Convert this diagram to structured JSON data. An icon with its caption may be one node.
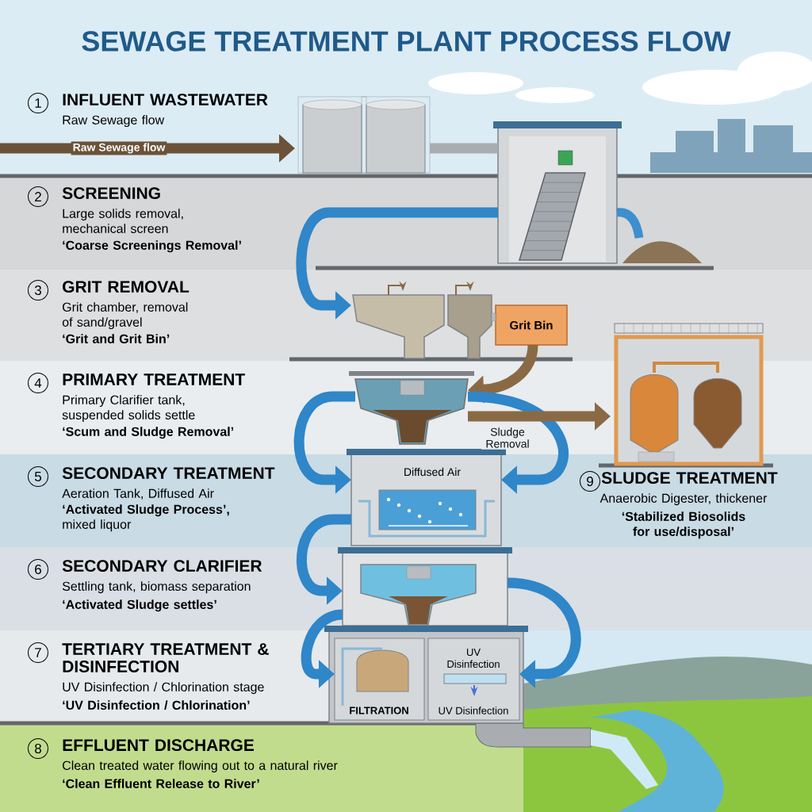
{
  "diagram": {
    "title": "SEWAGE TREATMENT PLANT PROCESS FLOW",
    "nodes": [
      {
        "text": [],
        "shape": "cylinder"
      },
      {
        "text": [],
        "shape": "picture"
      },
      {
        "text": [],
        "shape": "picture"
      },
      {
        "text": [
          "Grit Bin"
        ]
      },
      {
        "text": [],
        "shape": "picture"
      },
      {
        "text": [
          "Diffused Air"
        ]
      },
      {
        "text": [],
        "shape": "picture"
      },
      {
        "text": [],
        "shape": "box"
      },
      {
        "text": [
          "FILTRATION"
        ],
        "in": 7
      },
      {
        "text": [
          "UV Disinfection",
          "UV Disinfection"
        ],
        "in": 7
      },
      {
        "text": [],
        "shape": "picture"
      }
    ],
    "edges": [
      {
        "from": null,
        "to": 0,
        "arrow": "to",
        "label": "Raw Sewage flow",
        "color": "#6b5238"
      },
      {
        "from": 0,
        "to": 1,
        "arrow": "none",
        "color": "#a9adb1"
      },
      {
        "from": 1,
        "to": 2,
        "arrow": "to"
      },
      {
        "from": 3,
        "to": 4,
        "arrow": "to",
        "color": "#8a6a45"
      },
      {
        "from": 4,
        "to": 5,
        "arrow": "to"
      },
      {
        "from": 4,
        "to": 5,
        "arrow": "to"
      },
      {
        "from": 4,
        "to": 10,
        "arrow": "to",
        "label": "Sludge Removal",
        "color": "#8a6a45"
      },
      {
        "from": 5,
        "to": 6,
        "arrow": "to"
      },
      {
        "from": 6,
        "to": 8,
        "arrow": "to"
      },
      {
        "from": 6,
        "to": 9,
        "arrow": "to"
      }
    ],
    "labels": [
      "1",
      "INFLUENT WASTEWATER",
      "Raw Sewage flow",
      "2",
      "SCREENING",
      "Large solids removal, mechanical screen",
      "‘Coarse Screenings Removal’",
      "3",
      "GRIT REMOVAL",
      "Grit chamber, removal of sand/gravel",
      "‘Grit and Grit Bin’",
      "4",
      "PRIMARY TREATMENT",
      "Primary Clarifier tank, suspended solids settle",
      "‘Scum and Sludge Removal’",
      "5",
      "SECONDARY TREATMENT",
      "Aeration Tank, Diffused Air",
      "**‘Activated Sludge Process’,** mixed liquor",
      "9",
      "SLUDGE TREATMENT",
      "Anaerobic Digester, thickener",
      "‘Stabilized Biosolids for use/disposal’",
      "6",
      "SECONDARY CLARIFIER",
      "Settling tank, biomass separation",
      "‘Activated Sludge settles’",
      "7",
      "TERTIARY TREATMENT & DISINFECTION",
      "UV Disinfection / Chlorination stage",
      "‘UV Disinfection / Chlorination’",
      "8",
      "EFFLUENT DISCHARGE",
      "Clean treated water flowing out to a natural river",
      "‘Clean Effluent Release to River’"
    ]
  }
}
